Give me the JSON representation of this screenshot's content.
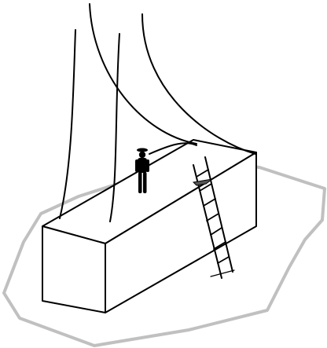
{
  "diagram": {
    "elements": [
      "ground-area",
      "rectangular-block",
      "suspension-cables",
      "worker-figure",
      "ladder"
    ],
    "colors": {
      "ground_outline": "#c0c0c0",
      "line": "#000000",
      "figure": "#000000",
      "background": "#ffffff"
    }
  }
}
